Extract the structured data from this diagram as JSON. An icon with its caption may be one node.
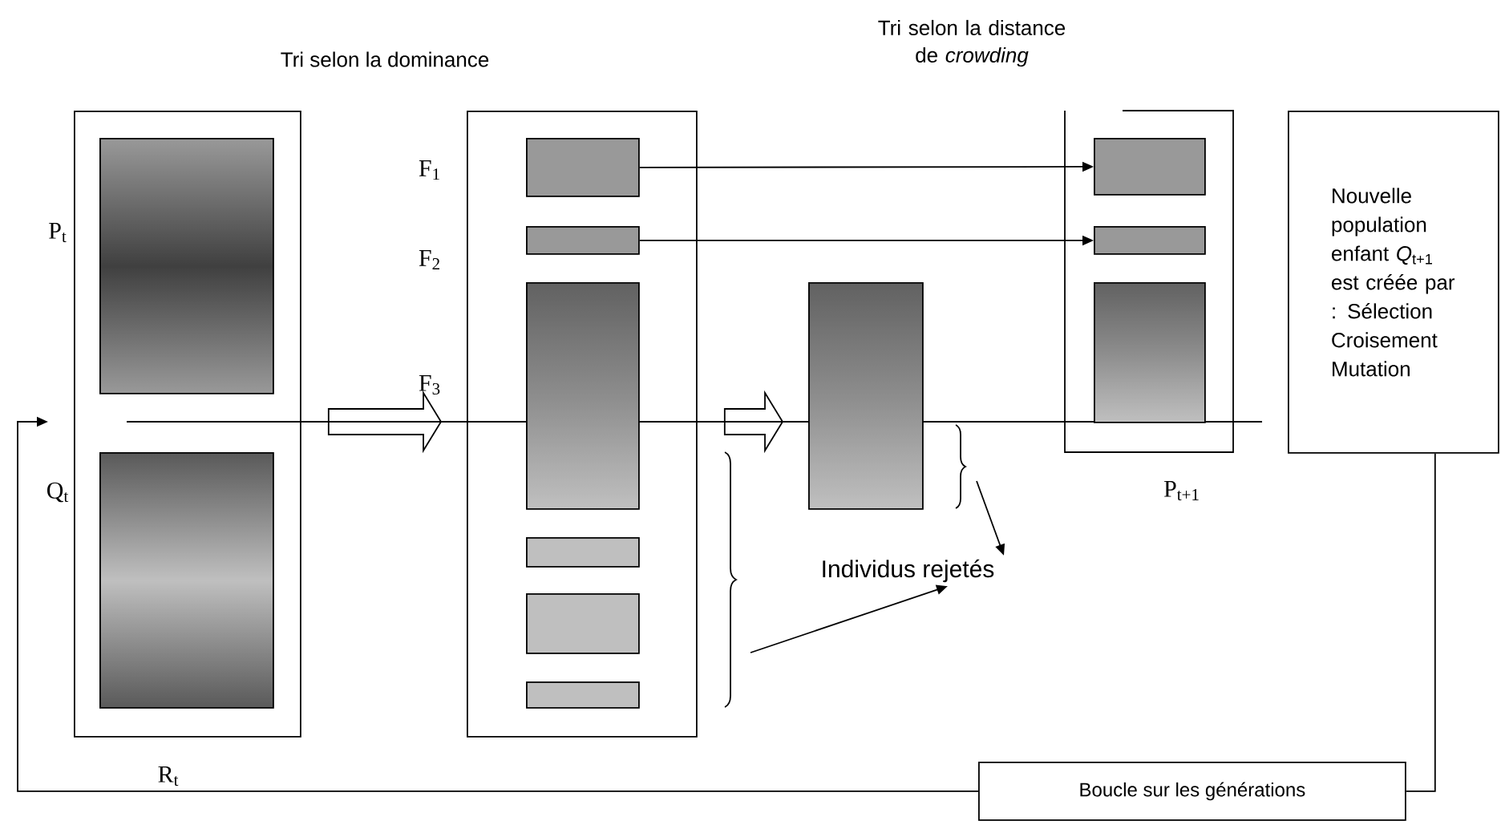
{
  "diagram": {
    "nodes": [
      {
        "text": [],
        "shape": "box",
        "beside": [
          "R$_{t}$"
        ]
      },
      {
        "text": [],
        "shape": "box",
        "in": 0,
        "beside": [
          "P$_{t}$"
        ]
      },
      {
        "text": [],
        "shape": "box",
        "in": 0,
        "beside": [
          "Q$_{t}$"
        ]
      },
      {
        "text": [],
        "shape": "box"
      },
      {
        "text": [],
        "shape": "box",
        "in": 3,
        "beside": [
          "F$_{1}$"
        ]
      },
      {
        "text": [],
        "shape": "box",
        "in": 3,
        "beside": [
          "F$_{2}$"
        ]
      },
      {
        "text": [],
        "shape": "box",
        "in": 3,
        "beside": [
          "F$_{3}$"
        ]
      },
      {
        "text": [],
        "shape": "box",
        "in": 3
      },
      {
        "text": [],
        "shape": "box",
        "in": 3
      },
      {
        "text": [],
        "shape": "box",
        "in": 3
      },
      {
        "text": [],
        "shape": "box"
      },
      {
        "text": [],
        "shape": "box",
        "beside": [
          "P$_{t+1}$"
        ]
      },
      {
        "text": [],
        "shape": "box",
        "in": 11
      },
      {
        "text": [],
        "shape": "box",
        "in": 11
      },
      {
        "text": [],
        "shape": "box",
        "in": 11
      },
      {
        "text": [
          "Nouvelle population enfant *Q*$_{t+1}$ est créée par : Sélection Croisement Mutation"
        ]
      },
      {
        "text": [
          "Boucle sur les générations"
        ]
      },
      {
        "text": [
          "Individus rejetés"
        ]
      }
    ],
    "edges": [
      {
        "from": 0,
        "to": 3,
        "arrow": "to",
        "style": "thick"
      },
      {
        "from": 3,
        "to": 10,
        "arrow": "to",
        "style": "thick"
      },
      {
        "from": 4,
        "to": 12,
        "arrow": "to"
      },
      {
        "from": 5,
        "to": 13,
        "arrow": "to"
      },
      {
        "from": 15,
        "to": 16,
        "arrow": "none"
      },
      {
        "from": 16,
        "to": 0,
        "arrow": "to"
      },
      {
        "from": null,
        "to": 17,
        "arrow": "to"
      },
      {
        "from": null,
        "to": 17,
        "arrow": "to"
      }
    ],
    "labels": [
      "Tri selon la dominance",
      "Tri selon la distance de *crowding*"
    ]
  }
}
